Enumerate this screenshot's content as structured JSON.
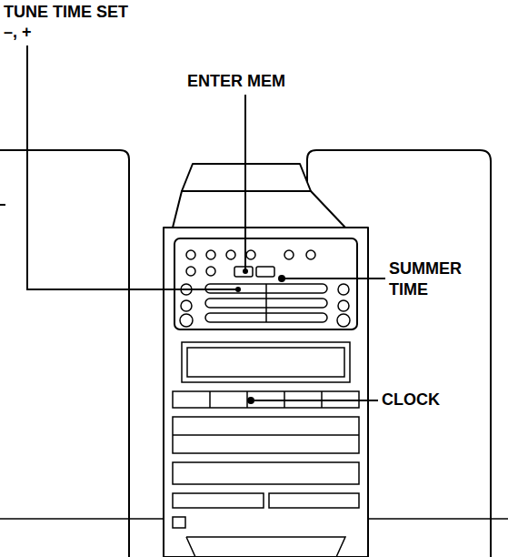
{
  "diagram": {
    "labels": [
      "TUNE TIME SET",
      "–, +",
      "ENTER MEM",
      "SUMMER TIME",
      "CLOCK"
    ]
  }
}
